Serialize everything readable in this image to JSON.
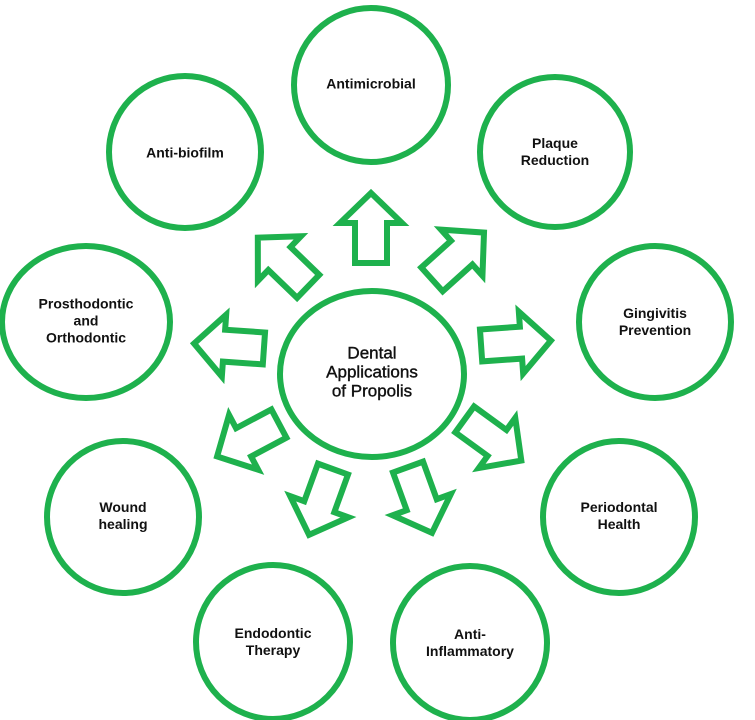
{
  "title": "Dental Applications of Propolis",
  "colors": {
    "accent": "#1eb14d",
    "text": "#111111",
    "background": "#ffffff"
  },
  "center": {
    "label": "Dental\nApplications\nof Propolis"
  },
  "nodes": [
    {
      "id": "antimicrobial",
      "label": "Antimicrobial"
    },
    {
      "id": "plaque-reduction",
      "label": "Plaque\nReduction"
    },
    {
      "id": "gingivitis-prevention",
      "label": "Gingivitis\nPrevention"
    },
    {
      "id": "periodontal-health",
      "label": "Periodontal\nHealth"
    },
    {
      "id": "anti-inflammatory",
      "label": "Anti-\nInflammatory"
    },
    {
      "id": "endodontic-therapy",
      "label": "Endodontic\nTherapy"
    },
    {
      "id": "wound-healing",
      "label": "Wound\nhealing"
    },
    {
      "id": "prosthodontic-orthodontic",
      "label": "Prosthodontic\nand\nOrthodontic"
    },
    {
      "id": "anti-biofilm",
      "label": "Anti-biofilm"
    }
  ]
}
